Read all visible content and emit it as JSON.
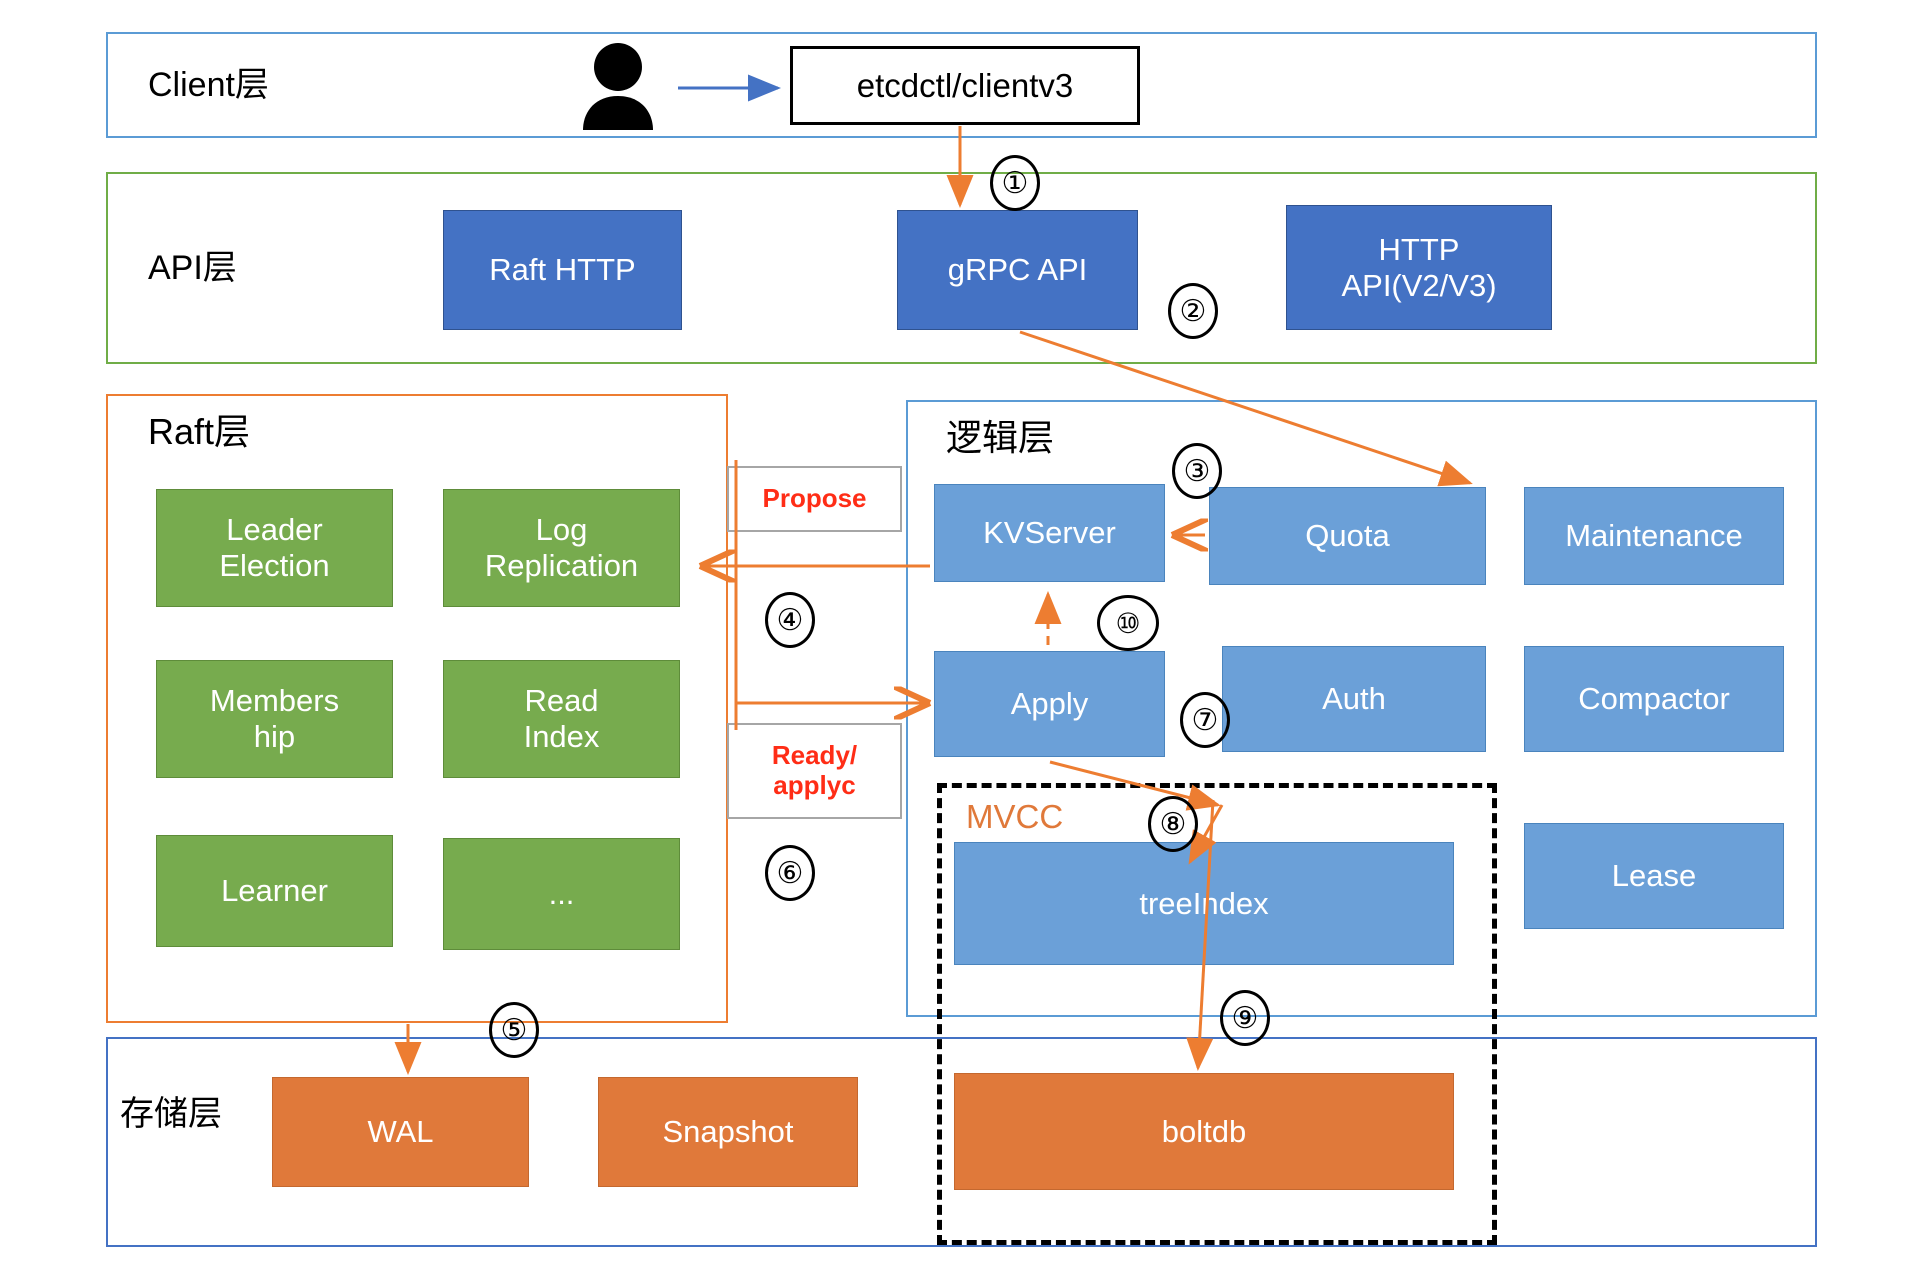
{
  "diagram": {
    "title": "etcd architecture layers",
    "colors": {
      "client_frame": "#5b9bd5",
      "api_frame": "#70ad47",
      "raft_frame": "#ed7d31",
      "logic_frame": "#5b9bd5",
      "storage_frame": "#4472c4",
      "api_node": "#4472c4",
      "logic_node": "#6ba0d8",
      "raft_node": "#77ab4e",
      "storage_node": "#e0793a",
      "arrow": "#ed7d31",
      "client_arrow": "#4472c4",
      "callout_text": "#ff2d16",
      "mvcc_text": "#e0793a"
    },
    "layers": [
      {
        "id": "client",
        "label": "Client层"
      },
      {
        "id": "api",
        "label": "API层"
      },
      {
        "id": "raft",
        "label": "Raft层"
      },
      {
        "id": "logic",
        "label": "逻辑层"
      },
      {
        "id": "storage",
        "label": "存储层"
      }
    ],
    "client_layer": {
      "label": "Client层",
      "actor_icon": "user-icon",
      "client_box": "etcdctl/clientv3"
    },
    "api_layer": {
      "label": "API层",
      "nodes": [
        {
          "id": "raft-http",
          "label": "Raft HTTP"
        },
        {
          "id": "grpc-api",
          "label": "gRPC API"
        },
        {
          "id": "http-api",
          "label": "HTTP\nAPI(V2/V3)"
        }
      ]
    },
    "raft_layer": {
      "label": "Raft层",
      "nodes": [
        {
          "id": "leader-election",
          "label": "Leader\nElection"
        },
        {
          "id": "log-replication",
          "label": "Log\nReplication"
        },
        {
          "id": "membership",
          "label": "Members\nhip"
        },
        {
          "id": "read-index",
          "label": "Read\nIndex"
        },
        {
          "id": "learner",
          "label": "Learner"
        },
        {
          "id": "more",
          "label": "..."
        }
      ]
    },
    "logic_layer": {
      "label": "逻辑层",
      "nodes": [
        {
          "id": "kvserver",
          "label": "KVServer"
        },
        {
          "id": "quota",
          "label": "Quota"
        },
        {
          "id": "maintenance",
          "label": "Maintenance"
        },
        {
          "id": "apply",
          "label": "Apply"
        },
        {
          "id": "auth",
          "label": "Auth"
        },
        {
          "id": "compactor",
          "label": "Compactor"
        },
        {
          "id": "lease",
          "label": "Lease"
        }
      ],
      "mvcc": {
        "label": "MVCC",
        "nodes": [
          {
            "id": "treeindex",
            "label": "treeIndex"
          }
        ]
      }
    },
    "storage_layer": {
      "label": "存储层",
      "nodes": [
        {
          "id": "wal",
          "label": "WAL"
        },
        {
          "id": "snapshot",
          "label": "Snapshot"
        },
        {
          "id": "boltdb",
          "label": "boltdb"
        }
      ]
    },
    "callouts": [
      {
        "id": "propose",
        "label": "Propose"
      },
      {
        "id": "ready",
        "label": "Ready/\napplyc"
      }
    ],
    "steps": [
      {
        "id": "step-1",
        "label": "①",
        "num": "1"
      },
      {
        "id": "step-2",
        "label": "②",
        "num": "2"
      },
      {
        "id": "step-3",
        "label": "③",
        "num": "3"
      },
      {
        "id": "step-4",
        "label": "④",
        "num": "4"
      },
      {
        "id": "step-5",
        "label": "⑤",
        "num": "5"
      },
      {
        "id": "step-6",
        "label": "⑥",
        "num": "6"
      },
      {
        "id": "step-7",
        "label": "⑦",
        "num": "7"
      },
      {
        "id": "step-8",
        "label": "⑧",
        "num": "8"
      },
      {
        "id": "step-9",
        "label": "⑨",
        "num": "9"
      },
      {
        "id": "step-10",
        "label": "⑩",
        "num": "10"
      }
    ]
  }
}
